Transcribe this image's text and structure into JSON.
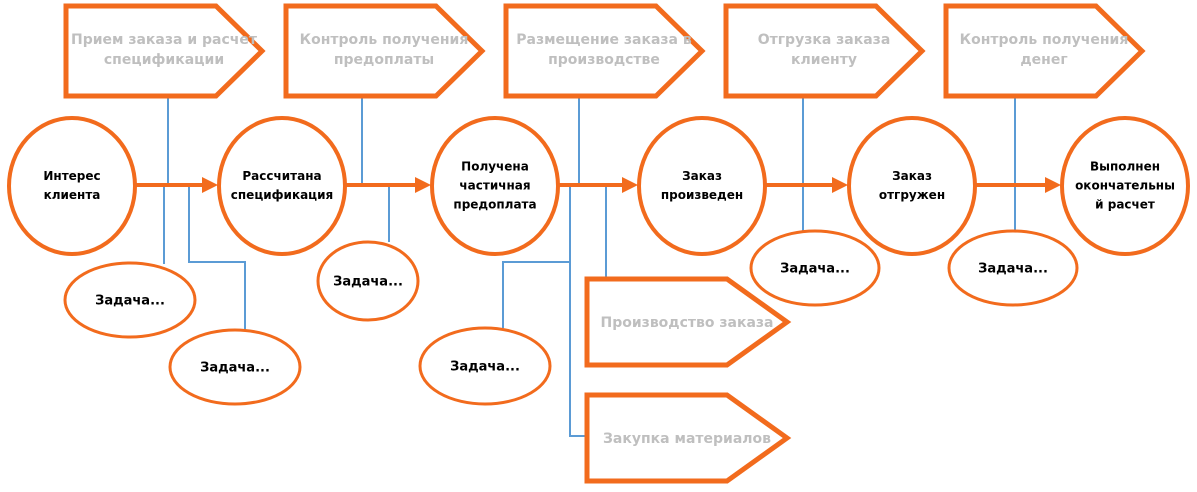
{
  "colors": {
    "accent": "#f26b1d",
    "connector": "#5b9bd5",
    "stage_text": "#bfbfbf"
  },
  "stages": [
    {
      "lines": [
        "Прием заказа и расчет",
        "спецификации"
      ]
    },
    {
      "lines": [
        "Контроль получения",
        "предоплаты"
      ]
    },
    {
      "lines": [
        "Размещение заказа в",
        "производстве"
      ]
    },
    {
      "lines": [
        "Отгрузка заказа",
        "клиенту"
      ]
    },
    {
      "lines": [
        "Контроль получения",
        "денег"
      ]
    }
  ],
  "substages": [
    {
      "lines": [
        "Производство заказа"
      ]
    },
    {
      "lines": [
        "Закупка материалов"
      ]
    }
  ],
  "states": [
    {
      "lines": [
        "Интерес",
        "клиента"
      ]
    },
    {
      "lines": [
        "Рассчитана",
        "спецификация"
      ]
    },
    {
      "lines": [
        "Получена",
        "частичная",
        "предоплата"
      ]
    },
    {
      "lines": [
        "Заказ",
        "произведен"
      ]
    },
    {
      "lines": [
        "Заказ",
        "отгружен"
      ]
    },
    {
      "lines": [
        "Выполнен",
        "окончательны",
        "й расчет"
      ]
    }
  ],
  "tasks": [
    {
      "label": "Задача..."
    },
    {
      "label": "Задача..."
    },
    {
      "label": "Задача..."
    },
    {
      "label": "Задача..."
    },
    {
      "label": "Задача..."
    },
    {
      "label": "Задача..."
    }
  ]
}
